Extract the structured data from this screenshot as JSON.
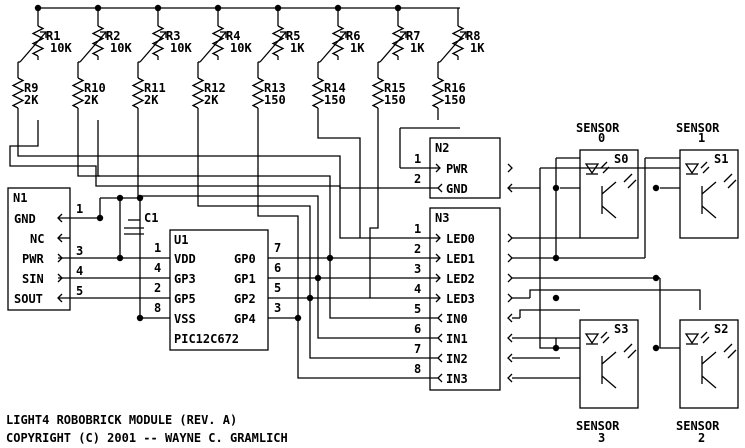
{
  "footer": {
    "line1": "LIGHT4 ROBOBRICK MODULE (REV. A)",
    "line2": "COPYRIGHT (C) 2001 -- WAYNE C. GRAMLICH"
  },
  "pots": [
    {
      "ref": "R1",
      "value": "10K"
    },
    {
      "ref": "R2",
      "value": "10K"
    },
    {
      "ref": "R3",
      "value": "10K"
    },
    {
      "ref": "R4",
      "value": "10K"
    },
    {
      "ref": "R5",
      "value": "1K"
    },
    {
      "ref": "R6",
      "value": "1K"
    },
    {
      "ref": "R7",
      "value": "1K"
    },
    {
      "ref": "R8",
      "value": "1K"
    }
  ],
  "resistors": [
    {
      "ref": "R9",
      "value": "2K"
    },
    {
      "ref": "R10",
      "value": "2K"
    },
    {
      "ref": "R11",
      "value": "2K"
    },
    {
      "ref": "R12",
      "value": "2K"
    },
    {
      "ref": "R13",
      "value": "150"
    },
    {
      "ref": "R14",
      "value": "150"
    },
    {
      "ref": "R15",
      "value": "150"
    },
    {
      "ref": "R16",
      "value": "150"
    }
  ],
  "n1": {
    "ref": "N1",
    "pins": [
      {
        "name": "GND",
        "num": "1"
      },
      {
        "name": "NC",
        "num": ""
      },
      {
        "name": "PWR",
        "num": "3"
      },
      {
        "name": "SIN",
        "num": "4"
      },
      {
        "name": "SOUT",
        "num": "5"
      }
    ]
  },
  "c1": {
    "ref": "C1"
  },
  "u1": {
    "ref": "U1",
    "part": "PIC12C672",
    "left_pins": [
      {
        "name": "VDD",
        "num": "1"
      },
      {
        "name": "GP3",
        "num": "4"
      },
      {
        "name": "GP5",
        "num": "2"
      },
      {
        "name": "VSS",
        "num": "8"
      }
    ],
    "right_pins": [
      {
        "name": "GP0",
        "num": "7"
      },
      {
        "name": "GP1",
        "num": "6"
      },
      {
        "name": "GP2",
        "num": "5"
      },
      {
        "name": "GP4",
        "num": "3"
      }
    ]
  },
  "n2": {
    "ref": "N2",
    "pins": [
      {
        "name": "PWR",
        "num": "1"
      },
      {
        "name": "GND",
        "num": "2"
      }
    ]
  },
  "n3": {
    "ref": "N3",
    "pins": [
      {
        "name": "LED0",
        "num": "1"
      },
      {
        "name": "LED1",
        "num": "2"
      },
      {
        "name": "LED2",
        "num": "3"
      },
      {
        "name": "LED3",
        "num": "4"
      },
      {
        "name": "IN0",
        "num": "5"
      },
      {
        "name": "IN1",
        "num": "6"
      },
      {
        "name": "IN2",
        "num": "7"
      },
      {
        "name": "IN3",
        "num": "8"
      }
    ]
  },
  "sensors": [
    {
      "ref": "S0",
      "title": "SENSOR",
      "num": "0"
    },
    {
      "ref": "S1",
      "title": "SENSOR",
      "num": "1"
    },
    {
      "ref": "S3",
      "title": "SENSOR",
      "num": "3"
    },
    {
      "ref": "S2",
      "title": "SENSOR",
      "num": "2"
    }
  ]
}
